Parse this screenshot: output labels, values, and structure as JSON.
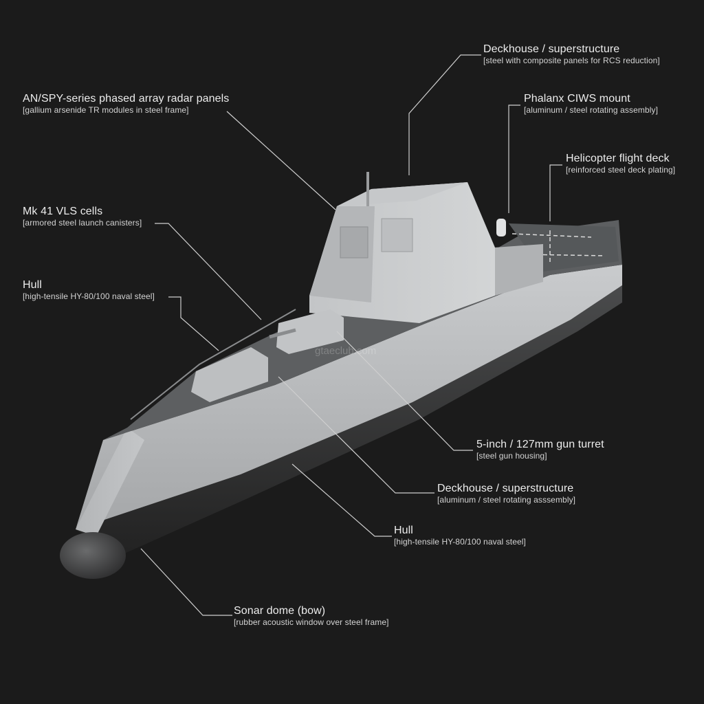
{
  "watermark": "gtaeclub.com",
  "colors": {
    "background": "#1b1b1b",
    "hull": "#b7b9bb",
    "deck": "#5e6062",
    "leader_line": "#cfcfcf"
  },
  "labels": [
    {
      "id": "deckhouse-top",
      "title": "Deckhouse / superstructure",
      "sub": "[steel with composite panels for RCS reduction]"
    },
    {
      "id": "radar-panels",
      "title": "AN/SPY-series phased array radar panels",
      "sub": "[gallium arsenide TR modules in steel frame]"
    },
    {
      "id": "phalanx",
      "title": "Phalanx CIWS mount",
      "sub": "[aluminum / steel rotating assembly]"
    },
    {
      "id": "flight-deck",
      "title": "Helicopter flight deck",
      "sub": "[reinforced steel deck plating]"
    },
    {
      "id": "vls",
      "title": "Mk 41 VLS cells",
      "sub": "[armored steel launch canisters]"
    },
    {
      "id": "hull-left",
      "title": "Hull",
      "sub": "[high-tensile HY-80/100 naval steel]"
    },
    {
      "id": "gun",
      "title": "5-inch / 127mm gun turret",
      "sub": "[steel gun housing]"
    },
    {
      "id": "deckhouse-mid",
      "title": "Deckhouse / superstructure",
      "sub": "[aluminum / steel rotating asssembly]"
    },
    {
      "id": "hull-right",
      "title": "Hull",
      "sub": "[high-tensile HY-80/100 naval steel]"
    },
    {
      "id": "sonar",
      "title": "Sonar dome (bow)",
      "sub": "[rubber acoustic window over steel frame]"
    }
  ]
}
